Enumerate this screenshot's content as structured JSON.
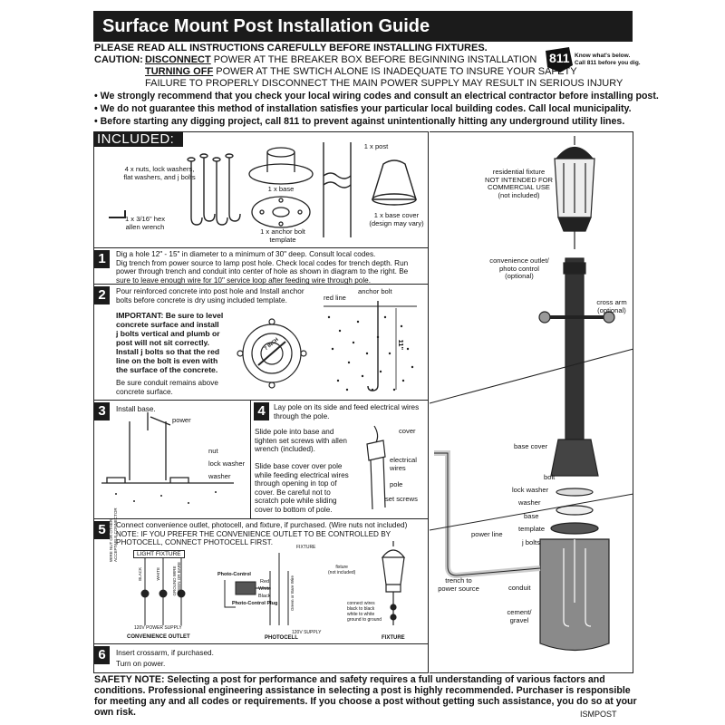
{
  "title": "Surface Mount Post Installation Guide",
  "read_all": "PLEASE READ ALL INSTRUCTIONS CAREFULLY BEFORE INSTALLING FIXTURES.",
  "caution": {
    "label": "CAUTION:",
    "line1_bold": "DISCONNECT",
    "line1_rest": " POWER AT THE BREAKER BOX BEFORE BEGINNING INSTALLATION",
    "line2_bold": "TURNING OFF",
    "line2_rest": " POWER AT THE SWTICH ALONE IS INADEQUATE TO INSURE YOUR SAFETY",
    "line3": "FAILURE TO PROPERLY DISCONNECT THE MAIN POWER SUPPLY MAY RESULT IN SERIOUS INJURY"
  },
  "badge": {
    "number": "811",
    "line1": "Know what's below.",
    "line2": "Call 811 before you dig."
  },
  "bullets": [
    "• We strongly recommend that you check your local wiring codes and consult an electrical contractor before installing post.",
    "• We do not guarantee this method of installation satisfies your particular local building codes. Call local municipality.",
    "• Before starting any digging project, call 811 to prevent against unintentionally hitting any underground utility lines."
  ],
  "included": {
    "header": "INCLUDED:",
    "nuts_label": "4 x nuts, lock washers,\nflat washers, and j bolts",
    "wrench_label": "1 x 3/16\" hex\nallen wrench",
    "base_label": "1 x base",
    "template_label": "1 x anchor bolt\ntemplate",
    "post_label": "1 x post",
    "cover_label": "1 x base cover\n(design may vary)"
  },
  "steps": {
    "s1": {
      "num": "1",
      "text": "Dig a hole 12\" - 15\" in diameter to a minimum of 30\" deep. Consult local codes.\nDig trench from power source to lamp post hole. Check local codes for trench depth. Run\npower through trench and conduit into center of hole as shown in diagram to the right. Be\nsure to leave enough wire for 10\" service loop after feeding wire through pole."
    },
    "s2": {
      "num": "2",
      "text": "Pour reinforced concrete into post hole and Install anchor\nbolts before concrete is dry using included template.",
      "important": "IMPORTANT: Be sure to level\nconcrete surface and install\nj bolts vertical and plumb or\npost will not sit correctly.\nInstall j bolts so that the red\nline on the bolt is even with\nthe surface of the concrete.",
      "conduit": "Be sure conduit remains above\nconcrete surface.",
      "template_dim": "7 INCH",
      "red_line": "red line",
      "anchor_bolt": "anchor bolt",
      "depth": "11\""
    },
    "s3": {
      "num": "3",
      "text": "Install base.",
      "power": "power",
      "nut": "nut",
      "lock_washer": "lock washer",
      "washer": "washer"
    },
    "s4": {
      "num": "4",
      "text": "Lay pole on its side and feed electrical wires\nthrough the pole.",
      "text2": "Slide pole into base and\ntighten set screws with allen\nwrench (included).",
      "text3": "Slide base cover over pole\nwhile feeding electrical wires\nthrough opening in top of\ncover. Be careful not to\nscratch pole while sliding\ncover to bottom of pole.",
      "cover": "cover",
      "electrical_wires": "electrical\nwires",
      "pole": "pole",
      "set_screws": "set screws"
    },
    "s5": {
      "num": "5",
      "text": "Connect convenience outlet, photocell, and fixture, if purchased. (Wire nuts not included)\nNOTE: IF YOU PREFER THE CONVENIENCE OUTLET TO BE CONTROLLED BY\nPHOTOCELL, CONNECT PHOTOCELL FIRST.",
      "light_fixture": "LIGHT FIXTURE",
      "black": "BLACK",
      "white": "WHITE",
      "ground": "GROUND WIRE\nGREEN OR BARE",
      "wire_nut": "WIRE NUT OR OTHER\nACCEPTABLE CONNECTOR",
      "supply": "120V POWER SUPPLY",
      "conv_outlet": "CONVENIENCE OUTLET",
      "photo_control": "Photo-Control",
      "photo_plug": "Photo-Control Plug",
      "red": "Red",
      "white2": "White",
      "black2": "Black",
      "fixture_small": "FIXTURE",
      "green_bare": "Green or Bare Wire",
      "supply2": "120V SUPPLY",
      "photocell": "PHOTOCELL",
      "fixture_note": "fixture\n(not included)",
      "connect_note": "connect wires\nblack to black\nwhite to white\nground to ground",
      "fixture_cap": "FIXTURE"
    },
    "s6": {
      "num": "6",
      "text": "Insert crossarm, if purchased.\nTurn on power."
    }
  },
  "right": {
    "residential": "residential fixture\nNOT INTENDED FOR\nCOMMERCIAL USE\n(not included)",
    "outlet": "convenience outlet/\nphoto control\n(optional)",
    "cross_arm": "cross arm\n(optional)",
    "base_cover": "base cover",
    "bolt": "bolt",
    "lock_washer": "lock washer",
    "washer": "washer",
    "base": "base",
    "template": "template",
    "j_bolts": "j bolts",
    "power_line": "power line",
    "trench": "trench to\npower source",
    "conduit": "conduit",
    "cement": "cement/\ngravel"
  },
  "safety": {
    "label": "SAFETY NOTE:",
    "text": " Selecting a post for performance and safety requires a full understanding of various factors and conditions. Professional engineering assistance in selecting a post is highly recommended. Purchaser is responsible for meeting any and all codes or requirements. If you choose a post without getting such assistance, you do so at your own risk."
  },
  "code": "ISMPOST",
  "colors": {
    "dark": "#1b1b1b",
    "red": "#c0392b"
  }
}
